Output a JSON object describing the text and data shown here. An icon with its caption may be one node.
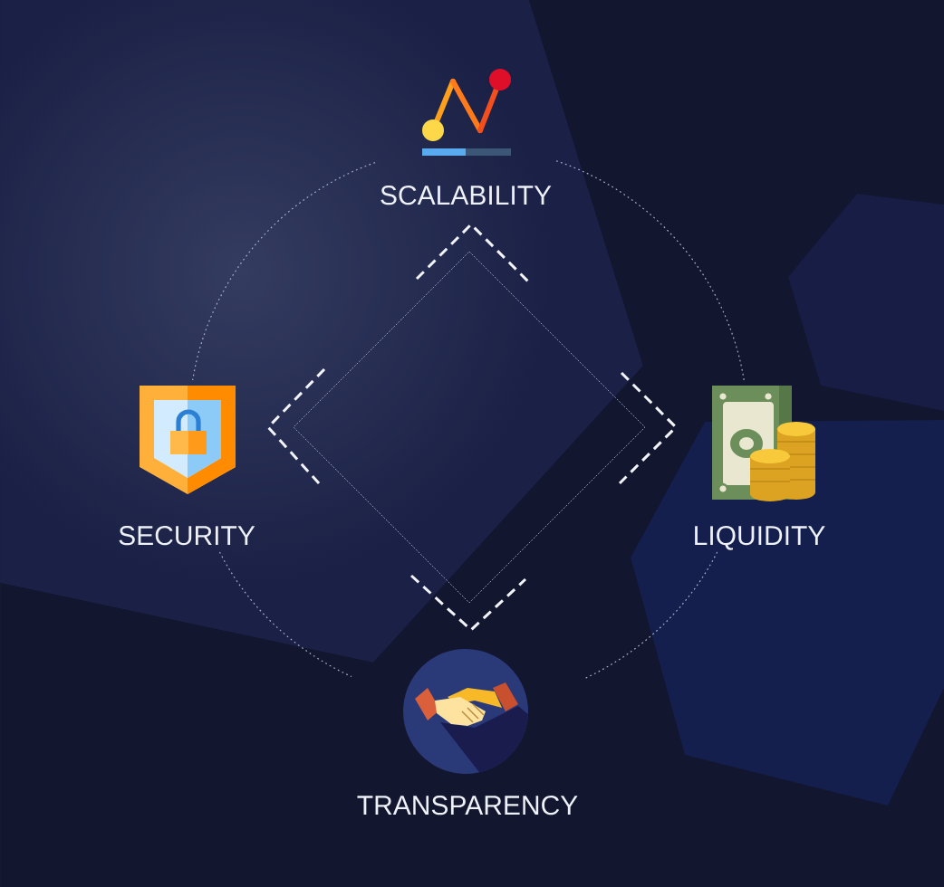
{
  "diagram": {
    "nodes": [
      {
        "text": [
          "SCALABILITY"
        ]
      },
      {
        "text": [
          "SECURITY"
        ]
      },
      {
        "text": [
          "LIQUIDITY"
        ]
      },
      {
        "text": [
          "TRANSPARENCY"
        ]
      }
    ],
    "edges": [
      {
        "from": 0,
        "to": 1,
        "arrow": "none",
        "style": "dashed"
      },
      {
        "from": 0,
        "to": 2,
        "arrow": "none",
        "style": "dashed"
      },
      {
        "from": 1,
        "to": 3,
        "arrow": "none",
        "style": "dashed"
      },
      {
        "from": 2,
        "to": 3,
        "arrow": "none",
        "style": "dashed"
      }
    ]
  }
}
